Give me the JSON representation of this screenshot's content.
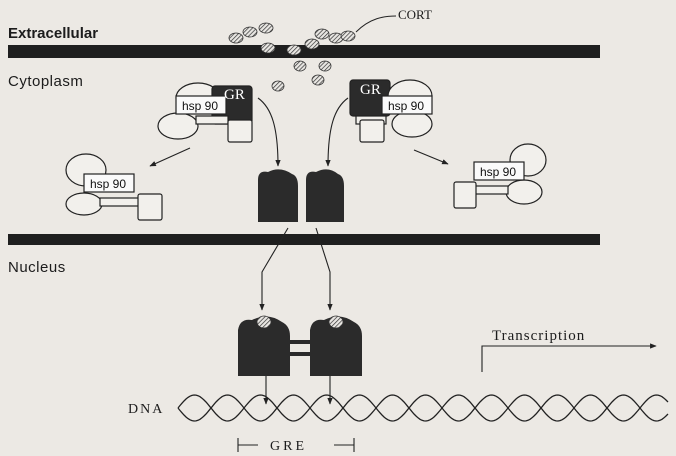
{
  "regions": {
    "extracellular": "Extracellular",
    "cytoplasm": "Cytoplasm",
    "nucleus": "Nucleus"
  },
  "labels": {
    "cort": "CORT",
    "hsp90": "hsp 90",
    "gr": "GR",
    "dna": "DNA",
    "gre": "GRE",
    "transcription": "Transcription"
  },
  "colors": {
    "background": "#ece9e4",
    "membrane": "#1f1f1f",
    "receptor": "#2b2b2b",
    "outline": "#222222"
  }
}
